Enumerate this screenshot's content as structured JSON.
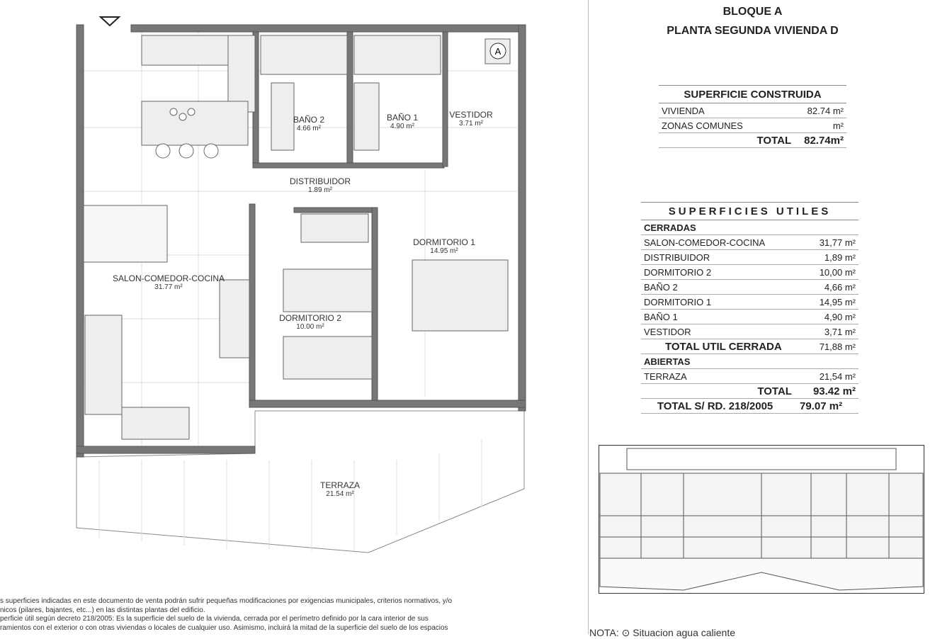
{
  "rooms": {
    "salon": {
      "name": "SALON-COMEDOR-COCINA",
      "area": "31.77 m²"
    },
    "bano2": {
      "name": "BAÑO 2",
      "area": "4.66 m²"
    },
    "bano1": {
      "name": "BAÑO 1",
      "area": "4.90 m²"
    },
    "vestidor": {
      "name": "VESTIDOR",
      "area": "3.71 m²"
    },
    "distribuidor": {
      "name": "DISTRIBUIDOR",
      "area": "1.89 m²"
    },
    "dorm1": {
      "name": "DORMITORIO 1",
      "area": "14.95 m²"
    },
    "dorm2": {
      "name": "DORMITORIO 2",
      "area": "10.00 m²"
    },
    "terraza": {
      "name": "TERRAZA",
      "area": "21.54 m²"
    },
    "boiler_symbol": "A"
  },
  "header": {
    "line1": "BLOQUE A",
    "line2": "PLANTA SEGUNDA VIVIENDA D"
  },
  "construida": {
    "title": "SUPERFICIE CONSTRUIDA",
    "rows": [
      {
        "label": "VIVIENDA",
        "value": "82.74",
        "unit": "m²"
      },
      {
        "label": "ZONAS COMUNES",
        "value": "",
        "unit": "m²"
      }
    ],
    "total_label": "TOTAL",
    "total_value": "82.74",
    "total_unit": "m²"
  },
  "utiles": {
    "title": "SUPERFICIES UTILES",
    "cerradas_label": "CERRADAS",
    "rows": [
      {
        "label": "SALON-COMEDOR-COCINA",
        "value": "31,77 m²"
      },
      {
        "label": "DISTRIBUIDOR",
        "value": "1,89 m²"
      },
      {
        "label": "DORMITORIO 2",
        "value": "10,00 m²"
      },
      {
        "label": "BAÑO 2",
        "value": "4,66 m²"
      },
      {
        "label": "DORMITORIO 1",
        "value": "14,95 m²"
      },
      {
        "label": "BAÑO 1",
        "value": "4,90 m²"
      },
      {
        "label": "VESTIDOR",
        "value": "3,71 m²"
      }
    ],
    "total_cerrada_label": "TOTAL UTIL CERRADA",
    "total_cerrada_value": "71,88 m²",
    "abiertas_label": "ABIERTAS",
    "terraza_label": "TERRAZA",
    "terraza_value": "21,54 m²",
    "total_label": "TOTAL",
    "total_value": "93.42 m²",
    "total_rd_label": "TOTAL S/ RD. 218/2005",
    "total_rd_value": "79.07 m²"
  },
  "notes": [
    "s superficies indicadas en este documento de venta podrán sufrir pequeñas modificaciones por exigencias municipales, criterios normativos, y/o",
    "nicos (pilares, bajantes, etc...) en las distintas plantas del edificio.",
    "perficie útil según decreto 218/2005: Es la superficie del suelo de la vivienda, cerrada por el perímetro definido por la cara interior de sus",
    "ramientos con el exterior o con otras viviendas o locales de cualquier uso. Asimismo, incluirá la mitad de la superficie del suelo de los espacios"
  ],
  "nota": "NOTA: ⊙ Situacion agua caliente"
}
